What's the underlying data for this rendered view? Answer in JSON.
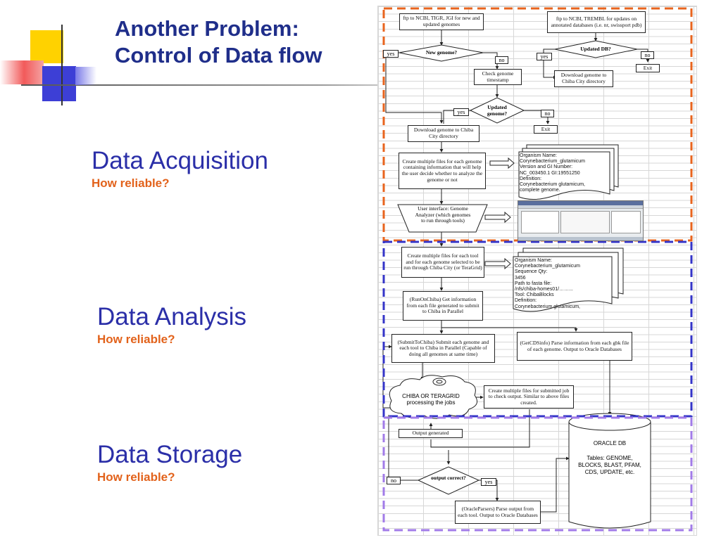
{
  "slide": {
    "title_line1": "Another Problem:",
    "title_line2": "Control of Data flow"
  },
  "sections": {
    "acquisition": {
      "heading": "Data Acquisition",
      "sub": "How reliable?"
    },
    "analysis": {
      "heading": "Data Analysis",
      "sub": "How reliable?"
    },
    "storage": {
      "heading": "Data Storage",
      "sub": "How reliable?"
    }
  },
  "colors": {
    "title": "#1f2e8a",
    "heading": "#2b2fa8",
    "subheading": "#e2621b",
    "acquisition_border": "#e8641e",
    "analysis_border": "#3434c8",
    "storage_border": "#a27be8"
  },
  "flowchart": {
    "ftp_left": "ftp to NCBI, TIGR, JGI for new and updated genomes",
    "ftp_right": "ftp to NCBI, TREMBL for updates on annotated databases (i.e. nr, swissport pdb)",
    "new_genome": "New genome?",
    "updated_db": "Updated DB?",
    "yes": "yes",
    "no": "no",
    "exit": "Exit",
    "check_timestamp": "Check genome timestamp",
    "download_right": "Download genome to Chiba City directory",
    "updated_genome": "Updated genome?",
    "download_left": "Download genome to Chiba City directory",
    "create_files_genome": "Create multiple files for each genome containing information that will help the user decide whether to analyze the genome or not",
    "doc1": [
      "Organism Name:",
      " Corynebacterium_glutamicum",
      "Version and GI Number:",
      " NC_003450.1 GI:19551250",
      "Definition:",
      " Corynebacterium glutamicum,",
      "complete genome."
    ],
    "user_interface": "User interface: Genome Analyzer (which genomes to run through tools)",
    "create_files_tool": "Create multiple files for each tool and for each genome selected to be run through Chiba City (or TeraGrid)",
    "doc2": [
      "Organism Name:",
      " Corynebacterium_glutamicum",
      "Sequence Qty:",
      " 3456",
      "Path to fasta file:",
      " /nfs/chiba-homes01/……...",
      "Tool: ChibaBlocks",
      "Definition:",
      " Corynebacterium glutamicum,"
    ],
    "run_on_chiba": "(RunOnChiba) Get information from each file generated to submit to Chiba in Parallel",
    "get_cds_info": "(GetCDSinfo) Parse information from each gbk file of each genome. Output to Oracle Databases",
    "submit_to_chiba": "(SubmitToChiba) Submit each genome and each tool to Chiba in Parallel (Capable of doing all genomes at same time)",
    "cloud": "CHIBA OR TERAGRID processing the jobs",
    "create_files_check": "Create multiple files for submitted job to check output. Similar to above files created.",
    "output_generated": "Output generated",
    "oracle_db_title": "ORACLE DB",
    "oracle_db_tables": "Tables: GENOME, BLOCKS, BLAST, PFAM, CDS, UPDATE, etc.",
    "output_correct": "output correct?",
    "oracle_parsers": "(OracleParsers) Parse output from each tool. Output to Oracle Databases"
  }
}
